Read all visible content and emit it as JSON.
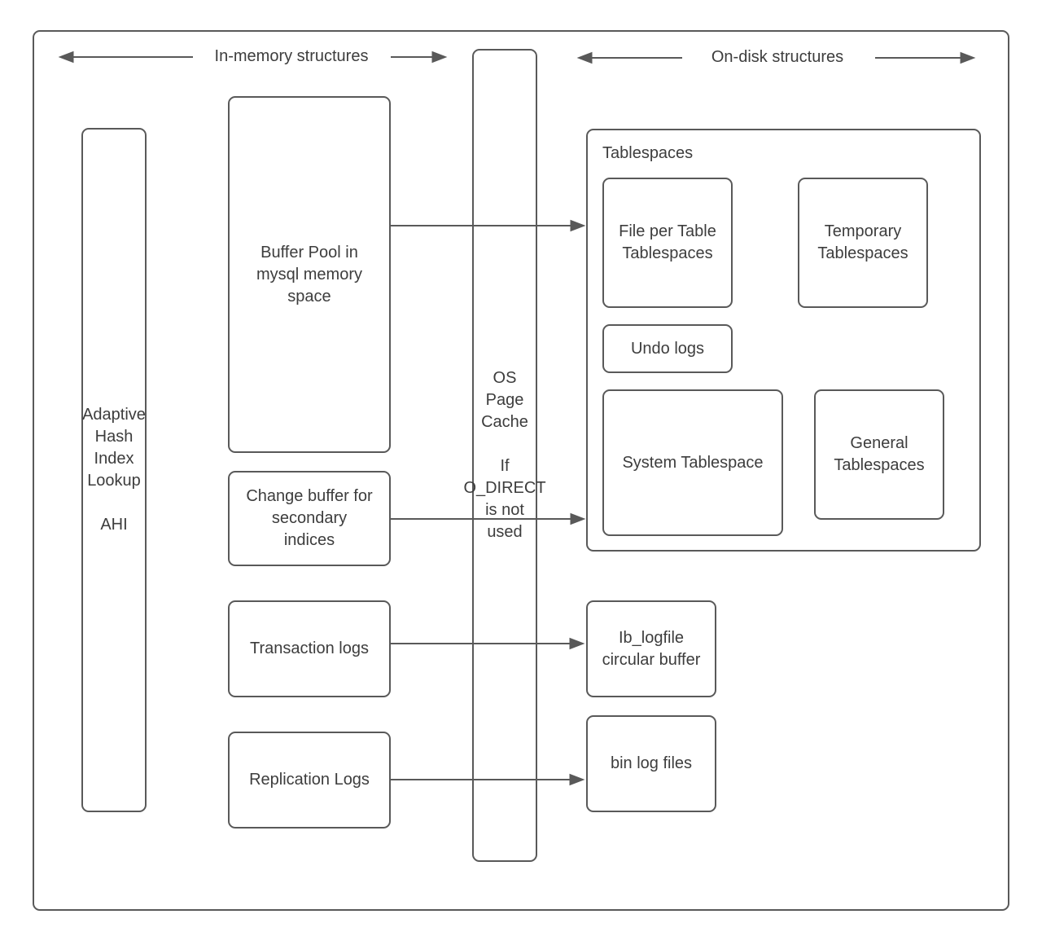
{
  "colors": {
    "stroke": "#595959",
    "text": "#3d3d3d",
    "background": "#ffffff"
  },
  "headers": {
    "in_memory": "In-memory structures",
    "on_disk": "On-disk structures"
  },
  "in_memory": {
    "ahi": "Adaptive\nHash\nIndex\nLookup\n\nAHI",
    "buffer_pool": "Buffer Pool in\nmysql memory\nspace",
    "change_buffer": "Change buffer for\nsecondary\nindices",
    "transaction_logs": "Transaction logs",
    "replication_logs": "Replication Logs"
  },
  "cache": {
    "os_page_cache": "OS\nPage\nCache\n\nIf\nO_DIRECT\nis not\nused"
  },
  "on_disk": {
    "tablespaces_title": "Tablespaces",
    "file_per_table": "File per Table\nTablespaces",
    "temporary": "Temporary\nTablespaces",
    "undo_logs": "Undo logs",
    "system_tablespace": "System Tablespace",
    "general_tablespaces": "General\nTablespaces",
    "ib_logfile": "Ib_logfile\ncircular buffer",
    "bin_log_files": "bin log files"
  }
}
